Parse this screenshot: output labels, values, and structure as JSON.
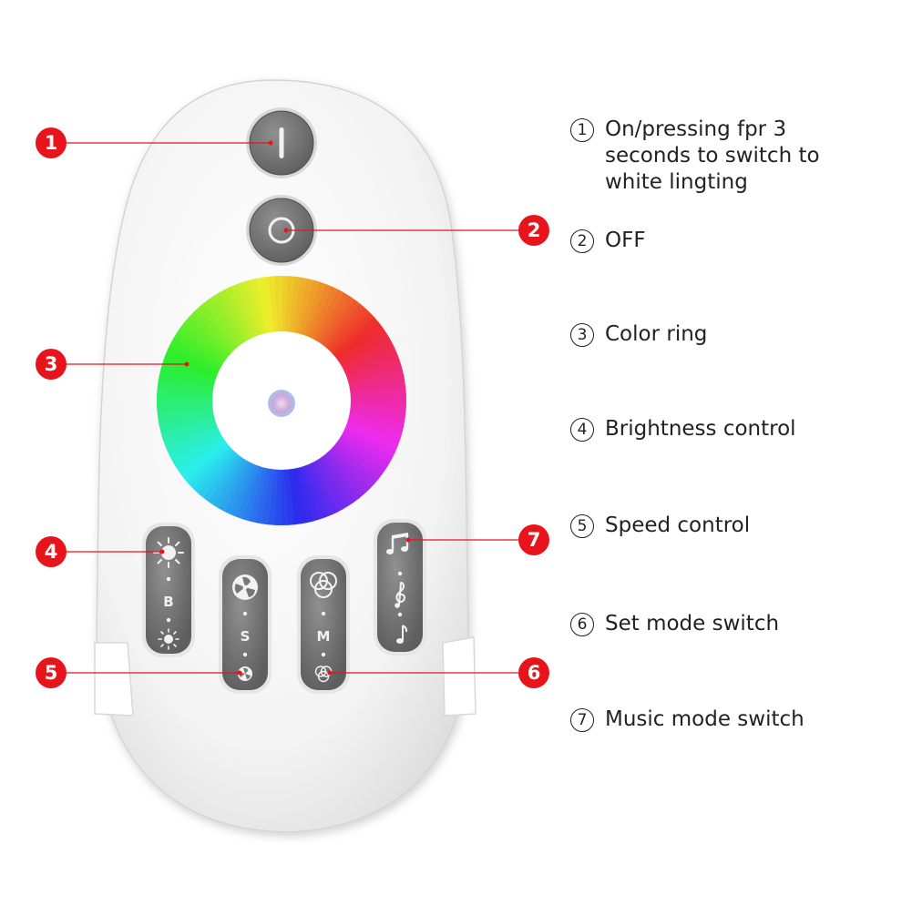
{
  "callouts": [
    {
      "n": "1",
      "text": "On/pressing fpr 3 seconds to switch to white lingting"
    },
    {
      "n": "2",
      "text": "OFF"
    },
    {
      "n": "3",
      "text": "Color ring"
    },
    {
      "n": "4",
      "text": "Brightness control"
    },
    {
      "n": "5",
      "text": "Speed control"
    },
    {
      "n": "6",
      "text": "Set mode switch"
    },
    {
      "n": "7",
      "text": "Music mode switch"
    }
  ],
  "buttons": {
    "brightness_letter": "B",
    "speed_letter": "S",
    "mode_letter": "M"
  },
  "colors": {
    "callout_red": "#e8141b",
    "button_gray": "#7a7a7a",
    "remote_white": "#f4f4f4"
  },
  "icons": [
    "power-on-icon",
    "power-off-icon",
    "sun-bright-icon",
    "sun-dim-icon",
    "fan-icon",
    "rings-icon",
    "music-notes-icon",
    "treble-clef-icon",
    "music-note-icon"
  ]
}
